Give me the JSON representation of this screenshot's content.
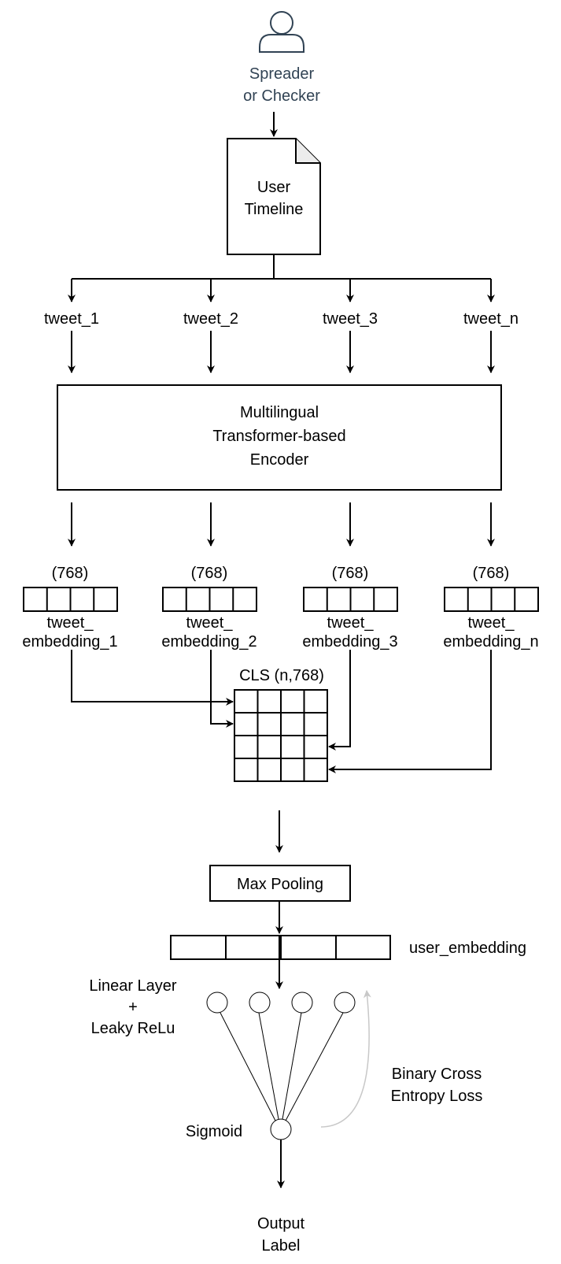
{
  "user": {
    "label_lines": [
      "Spreader",
      "or Checker"
    ],
    "icon": "user-icon",
    "label_color": "#314354"
  },
  "timeline": {
    "label_lines": [
      "User",
      "Timeline"
    ],
    "icon": "document-icon"
  },
  "tweets": [
    "tweet_1",
    "tweet_2",
    "tweet_3",
    "tweet_n"
  ],
  "encoder": {
    "label_lines": [
      "Multilingual",
      "Transformer-based",
      "Encoder"
    ]
  },
  "embeddings": [
    {
      "dim": "(768)",
      "line1": "tweet_",
      "line2": "embedding_1"
    },
    {
      "dim": "(768)",
      "line1": "tweet_",
      "line2": "embedding_2"
    },
    {
      "dim": "(768)",
      "line1": "tweet_",
      "line2": "embedding_3"
    },
    {
      "dim": "(768)",
      "line1": "tweet_",
      "line2": "embedding_n"
    }
  ],
  "cls": {
    "label": "CLS (n,768)",
    "rows": 4,
    "cols": 4
  },
  "pooling": {
    "label": "Max Pooling"
  },
  "user_embedding": {
    "label": "user_embedding",
    "cells": 4
  },
  "linear_layer": {
    "label_lines": [
      "Linear Layer",
      "+",
      "Leaky ReLu"
    ],
    "neurons": 4
  },
  "sigmoid": {
    "label": "Sigmoid"
  },
  "loss": {
    "label_lines": [
      "Binary Cross",
      "Entropy Loss"
    ],
    "arrow_color": "#c8c8c8"
  },
  "output": {
    "label_lines": [
      "Output",
      "Label"
    ]
  }
}
